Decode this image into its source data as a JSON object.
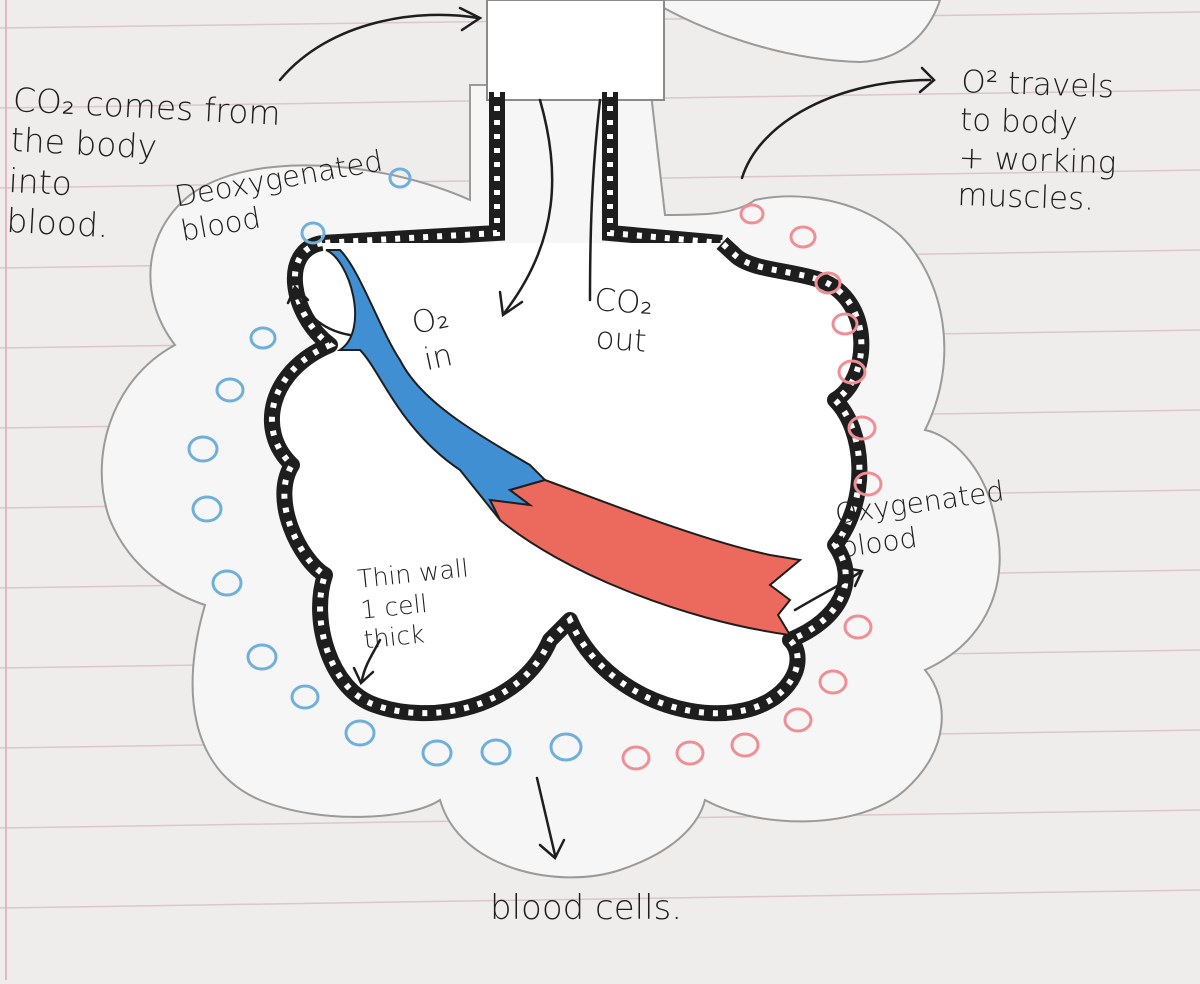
{
  "labels": {
    "co2_from_body": "CO₂ comes from\nthe body\ninto\nblood.",
    "o2_travels": "O² travels\nto body\n+ working\nmuscles.",
    "deoxygenated_blood": "Deoxygenated\nblood",
    "o2_in": "O₂\nin",
    "co2_out": "CO₂\nout",
    "oxygenated_blood": "Oxygenated\nblood",
    "thin_wall": "Thin wall\n1 cell\nthick",
    "blood_cells": "blood cells."
  },
  "colors": {
    "paper": "#efedeb",
    "cutout": "#f6f6f6",
    "line": "#1e1e1e",
    "deoxygenated": "#3f8fd2",
    "oxygenated": "#ec6a5d",
    "blue_cells": "#6fb0da",
    "red_cells": "#ef8f95",
    "ruled_lines": "#d9c7cc"
  }
}
